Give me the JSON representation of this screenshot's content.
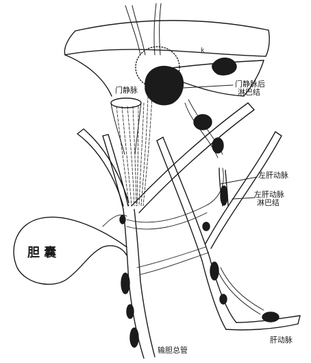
{
  "labels": {
    "portal_vein": "门静脉",
    "portal_lymph_nodes": [
      "门静脉后",
      "淋巴结"
    ],
    "node_small": "k",
    "left_hepatic_artery": "左肝动脉",
    "left_hepatic_lymph": [
      "左肝动脉",
      "淋巴结"
    ],
    "gallbladder": "胆 囊",
    "common_bile_duct": "输胆总管",
    "hepatic_artery": "肝动脉"
  },
  "colors": {
    "ink": "#1a1a1a",
    "node_fill": "#1b1b1b",
    "paper": "#ffffff"
  }
}
